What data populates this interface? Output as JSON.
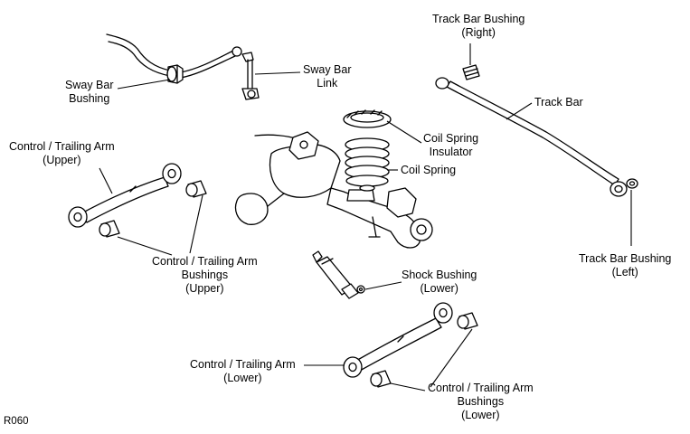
{
  "figure_code": "R060",
  "labels": {
    "sway_bar_bushing": [
      "Sway Bar",
      "Bushing"
    ],
    "sway_bar_link": [
      "Sway Bar",
      "Link"
    ],
    "track_bar_bushing_right": [
      "Track Bar Bushing",
      "(Right)"
    ],
    "track_bar": [
      "Track Bar"
    ],
    "coil_spring_insulator": [
      "Coil Spring",
      "Insulator"
    ],
    "coil_spring": [
      "Coil Spring"
    ],
    "control_arm_upper": [
      "Control / Trailing Arm",
      "(Upper)"
    ],
    "control_arm_bushings_upper": [
      "Control / Trailing Arm",
      "Bushings",
      "(Upper)"
    ],
    "track_bar_bushing_left": [
      "Track Bar Bushing",
      "(Left)"
    ],
    "shock_bushing_lower": [
      "Shock Bushing",
      "(Lower)"
    ],
    "control_arm_lower": [
      "Control / Trailing Arm",
      "(Lower)"
    ],
    "control_arm_bushings_lower": [
      "Control / Trailing Arm",
      "Bushings",
      "(Lower)"
    ]
  }
}
